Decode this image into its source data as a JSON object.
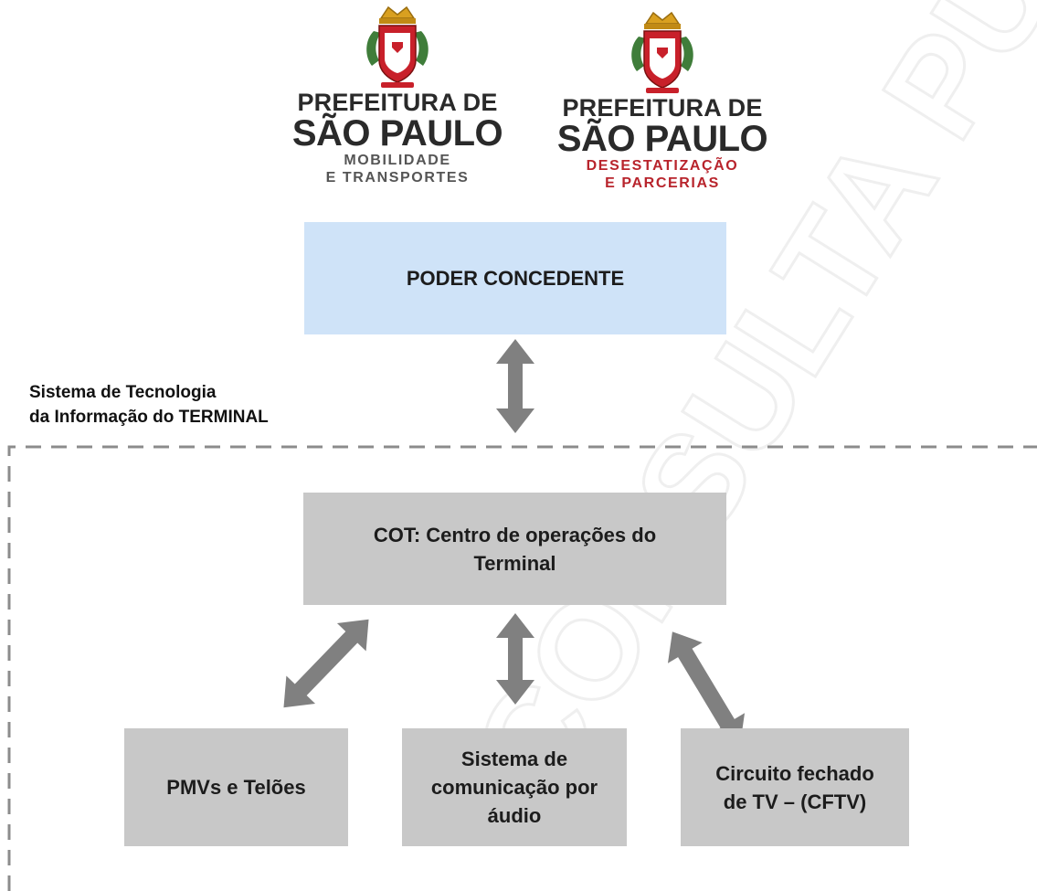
{
  "logos": [
    {
      "line1": "PREFEITURA DE",
      "line2": "SÃO PAULO",
      "line3": "MOBILIDADE",
      "line4": "E TRANSPORTES"
    },
    {
      "line1": "PREFEITURA DE",
      "line2": "SÃO PAULO",
      "line3": "DESESTATIZAÇÃO",
      "line4": "E PARCERIAS"
    }
  ],
  "poder_concedente": "PODER CONCEDENTE",
  "system_label": {
    "line1": "Sistema de Tecnologia",
    "line2": "da Informação do TERMINAL"
  },
  "cot": "COT: Centro de operações do Terminal",
  "children": [
    "PMVs e Telões",
    "Sistema de comunicação por áudio",
    "Circuito fechado de TV – (CFTV)"
  ],
  "watermark": "CONSULTA PÚBLICA",
  "colors": {
    "blue_box": "#cfe3f8",
    "gray_box": "#c8c8c8",
    "arrow": "#808080",
    "dashed": "#8c8c8c"
  }
}
